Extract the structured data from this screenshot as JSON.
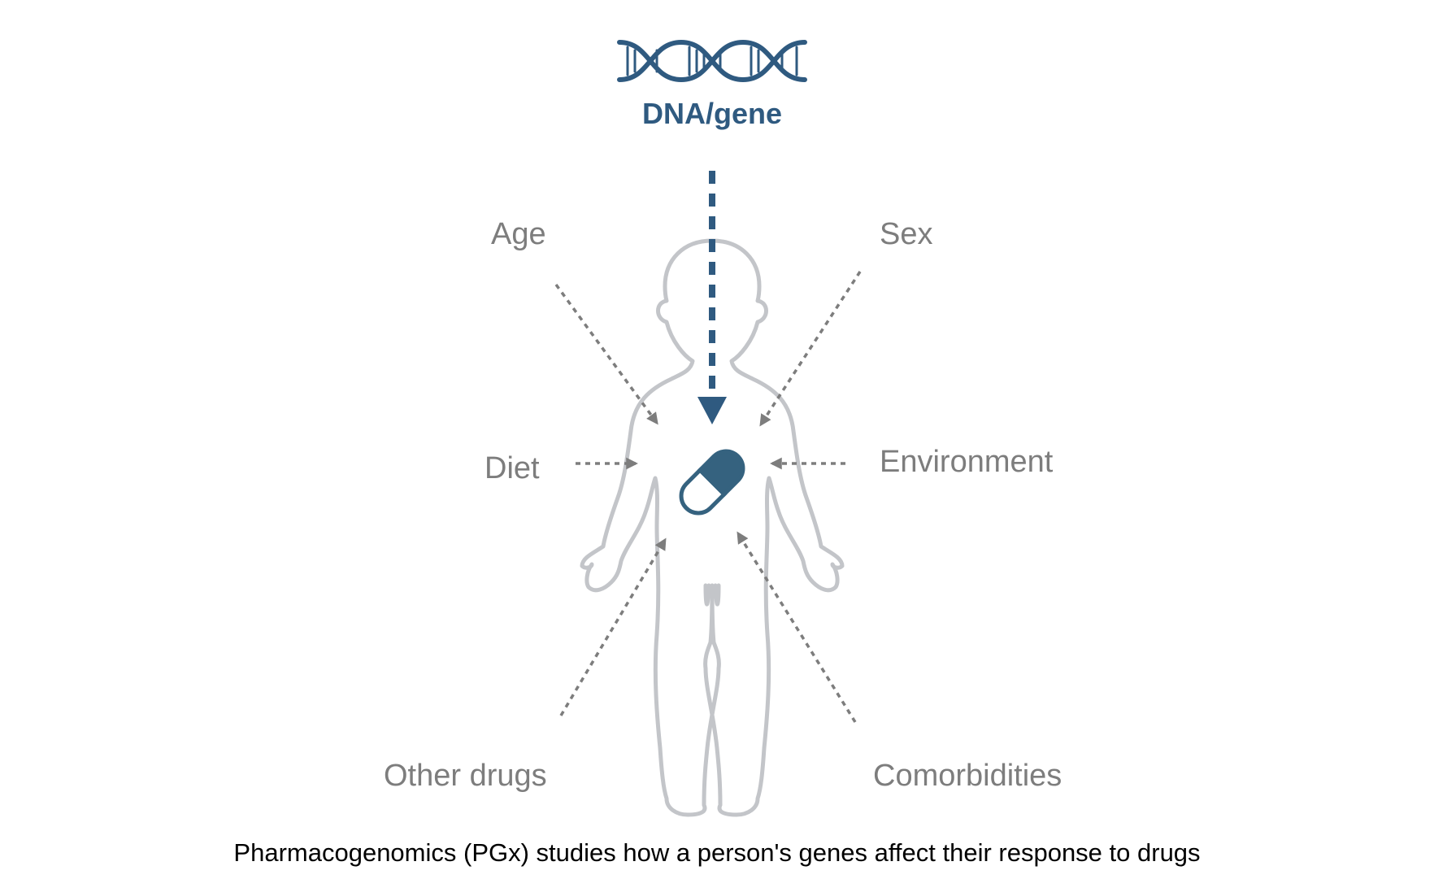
{
  "gene": {
    "label": "DNA/gene"
  },
  "factors": {
    "age": "Age",
    "sex": "Sex",
    "diet": "Diet",
    "environment": "Environment",
    "other_drugs": "Other drugs",
    "comorbidities": "Comorbidities"
  },
  "caption": "Pharmacogenomics (PGx) studies how a person's genes affect their response to drugs",
  "icons": {
    "dna": "dna-helix-icon",
    "body": "human-body-outline",
    "pill": "capsule-icon"
  },
  "colors": {
    "gene_blue": "#2f5a80",
    "pill_blue": "#35627f",
    "factor_gray": "#7d7d7d",
    "body_outline": "#c3c5c9",
    "caption": "#000000"
  }
}
